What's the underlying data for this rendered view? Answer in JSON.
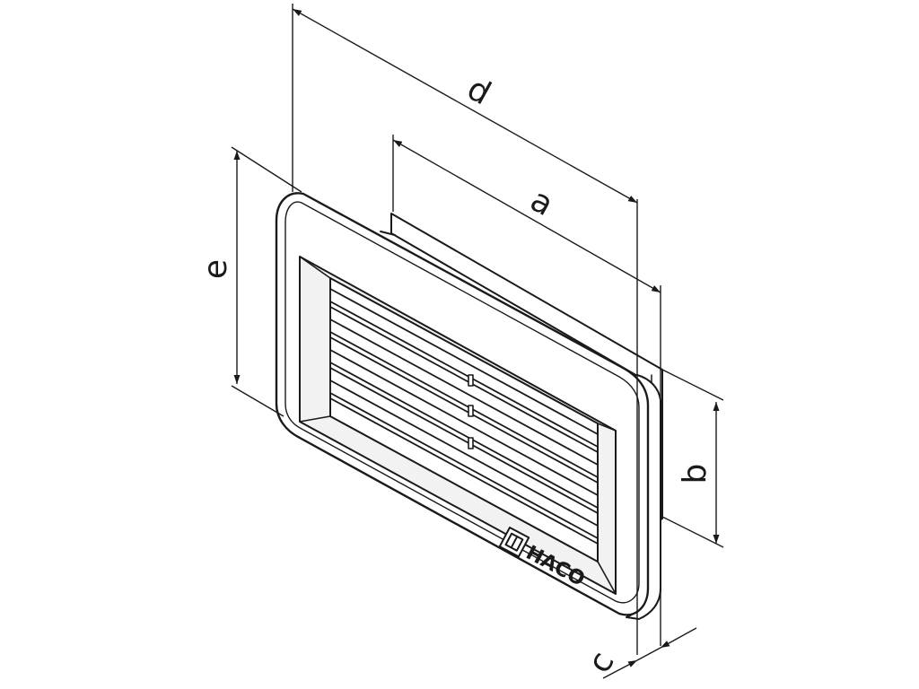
{
  "dimensions": {
    "d": "d",
    "a": "a",
    "e": "e",
    "b": "b",
    "c": "c"
  },
  "logo": {
    "text": "HACO",
    "icon": "haco-logo-icon"
  },
  "colors": {
    "line": "#1a1a1a",
    "panel": "#f2f2f2",
    "frame": "#ffffff",
    "background": "#ffffff"
  }
}
